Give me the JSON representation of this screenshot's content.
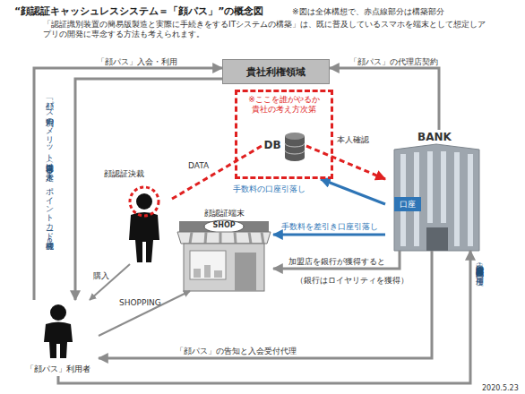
{
  "diagram": {
    "title": "“顔認証キャッシュレスシステム＝「顔パス」”の概念図",
    "nodes": [
      {
        "text": [
          "貴社利権領域"
        ]
      },
      {
        "text": [
          "※ここを誰がやるか 貴社の考え方次第"
        ]
      },
      {
        "text": [
          "DB"
        ],
        "in": 1
      },
      {
        "text": [
          "BANK"
        ]
      },
      {
        "text": [
          "口座"
        ],
        "in": 3
      },
      {
        "text": [
          "顔認証決裁"
        ]
      },
      {
        "text": [
          "顔認証端末",
          "SHOP"
        ]
      },
      {
        "text": [
          "「顔パス」利用者"
        ]
      }
    ],
    "edges": [
      {
        "from": 7,
        "to": 0,
        "arrow": "to",
        "label": "「顔パス」入会・利用"
      },
      {
        "from": 0,
        "to": 7,
        "arrow": "to",
        "label": "「顔パス」利用のメリット享受（内容は未定） ex:ポイントカード機能 etc"
      },
      {
        "from": 3,
        "to": 0,
        "arrow": "to",
        "label": "「顔パス」の代理店契約"
      },
      {
        "from": 5,
        "to": 2,
        "arrow": "none",
        "label": "DATA"
      },
      {
        "from": 2,
        "to": 3,
        "arrow": "to",
        "label": "本人確認"
      },
      {
        "from": 3,
        "to": 1,
        "arrow": "to",
        "label": "手数料の口座引落し"
      },
      {
        "from": 3,
        "to": 6,
        "arrow": "to",
        "label": "手数料を差引き口座引落し"
      },
      {
        "from": 3,
        "to": 6,
        "arrow": "to",
        "label": "加盟店を銀行が獲得すると"
      },
      {
        "from": 5,
        "to": 7,
        "arrow": "to",
        "label": "購入"
      },
      {
        "from": 7,
        "to": 6,
        "arrow": "to",
        "label": "SHOPPING"
      },
      {
        "from": 3,
        "to": 7,
        "arrow": "to",
        "label": "「顔パス」の告知と入会受付代理"
      },
      {
        "from": 7,
        "to": 3,
        "arrow": "to",
        "label": "口座開設・入金（貯金） （預金残高分が使用可）"
      }
    ],
    "labels": [
      "※図は全体構想で、赤点線部分は構築部分",
      "「認証識別装置の簡易版製造と実際に手続きをするITシステムの構築」は、既に普及しているスマホを端末として想定しアプリの開発に専念する方法も考えられます。",
      "（銀行はロイヤリティを獲得）",
      "2020.5.23"
    ]
  }
}
